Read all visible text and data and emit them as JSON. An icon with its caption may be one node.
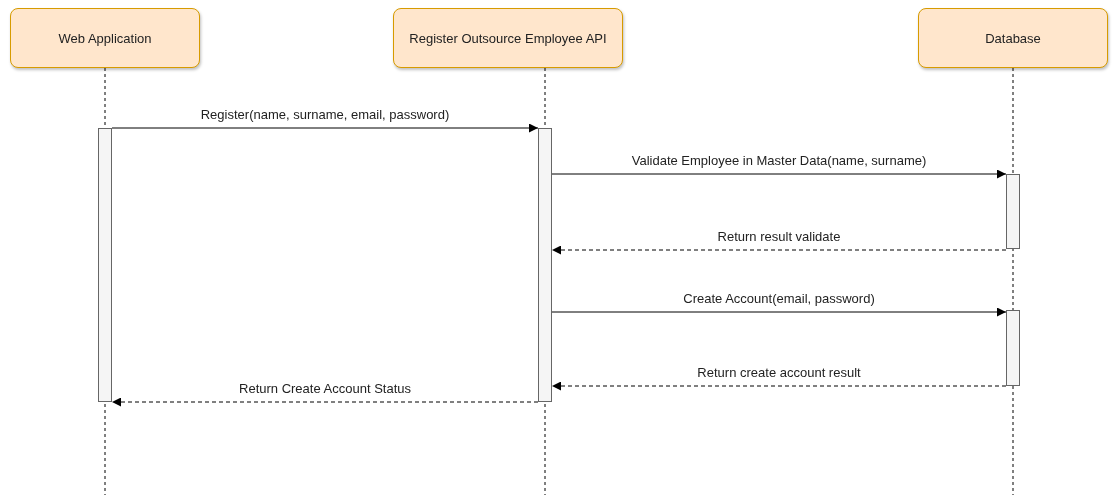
{
  "diagram": {
    "nodes": [
      {
        "text": [
          "Web Application"
        ]
      },
      {
        "text": [
          "Register Outsource Employee API"
        ]
      },
      {
        "text": [
          "Database"
        ]
      },
      {
        "text": [],
        "shape": "bar"
      },
      {
        "text": [],
        "shape": "bar"
      },
      {
        "text": [],
        "shape": "bar"
      },
      {
        "text": [],
        "shape": "bar"
      }
    ],
    "edges": [
      {
        "from": 3,
        "to": 4,
        "arrow": "to",
        "label": "Register(name, surname, email, password)"
      },
      {
        "from": 4,
        "to": 5,
        "arrow": "to",
        "label": "Validate Employee in Master Data(name, surname)"
      },
      {
        "from": 5,
        "to": 4,
        "arrow": "to",
        "style": "dashed",
        "label": "Return result validate"
      },
      {
        "from": 4,
        "to": 6,
        "arrow": "to",
        "label": "Create Account(email, password)"
      },
      {
        "from": 6,
        "to": 4,
        "arrow": "to",
        "style": "dashed",
        "label": "Return create account result"
      },
      {
        "from": 4,
        "to": 3,
        "arrow": "to",
        "style": "dashed",
        "label": "Return Create Account Status"
      }
    ]
  }
}
